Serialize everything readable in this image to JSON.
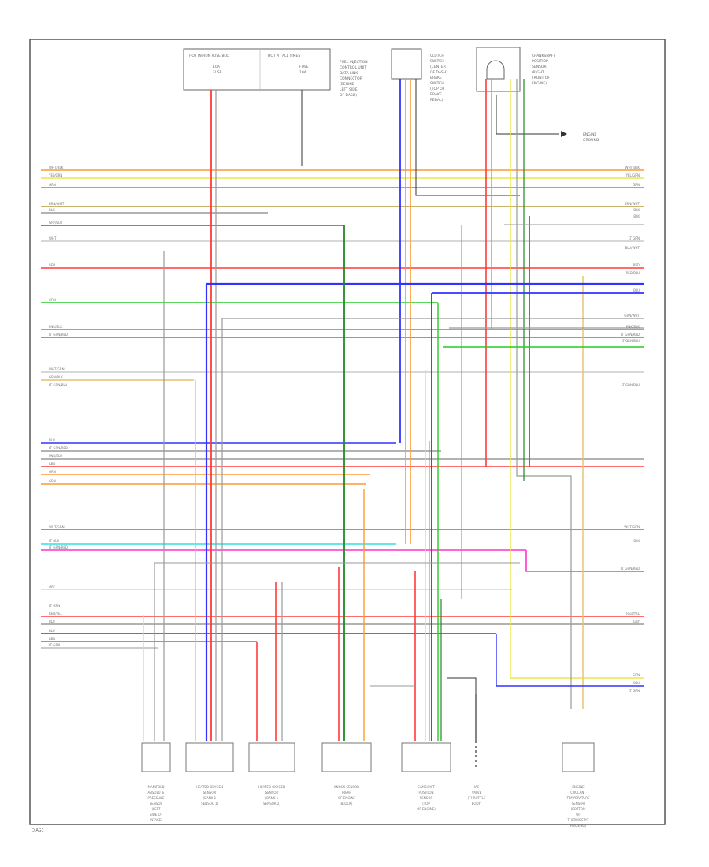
{
  "page_code": "DIAG1",
  "colors": {
    "red": "#ff3b3b",
    "blue": "#3333ff",
    "green": "#22cc22",
    "yellow": "#e8e84a",
    "orange": "#ff9933",
    "pink": "#ff33cc",
    "cyan": "#33dddd",
    "gray": "#999999",
    "black": "#333333",
    "dark_green": "#228822",
    "tan": "#e6c06a"
  },
  "top_components": {
    "left_box": {
      "title": "HOT IN RUN FUSE BOX",
      "line2": "10A",
      "line3": "FUSE"
    },
    "right_box": {
      "title": "HOT AT ALL TIMES",
      "line2": "FUSE",
      "line3": "10A"
    },
    "relay_label": [
      "FUEL INJECTION",
      "CONTROL UNIT",
      "DATA LINK",
      "CONNECTOR",
      "(BEHIND",
      "LEFT SIDE",
      "OF DASH)"
    ],
    "switch_label": [
      "CLUTCH",
      "SWITCH",
      "(CENTER",
      "OF DASH)",
      "BRAKE",
      "SWITCH",
      "(TOP OF",
      "BRAKE",
      "PEDAL)"
    ],
    "sensor_label": [
      "CRANKSHAFT",
      "POSITION",
      "SENSOR",
      "(RIGHT",
      "FRONT OF",
      "ENGINE)"
    ],
    "ground_label": [
      "ENGINE",
      "GROUND"
    ]
  },
  "left_wires": [
    "WHT/BLK",
    "YEL/GRN",
    "GRN",
    "BRN/WHT",
    "BLK",
    "GRY/BLU",
    "WHT",
    "RED",
    "GRN",
    "PNK/BLK",
    "LT GRN/RED",
    "WHT/GRN",
    "GRN/BLK",
    "LT GRN/BLU",
    "BLU",
    "LT GRN/RED",
    "PNK/BLU",
    "RED",
    "GRN",
    "GRN",
    "WHT/GRN",
    "LT BLU",
    "LT GRN/RED",
    "GRY",
    "LT GRN",
    "RED/YEL",
    "BLU",
    "BLU",
    "RED",
    "LT GRN"
  ],
  "right_wires": [
    "WHT/BLK",
    "YEL/GRN",
    "GRN",
    "BRN/WHT",
    "BLK",
    "BLK",
    "LT GRN",
    "BLU/WHT",
    "RED",
    "RED/BLU",
    "BLU",
    "GRN/WHT",
    "PNK/BLK",
    "LT GRN/RED",
    "LT GRN/BLU",
    "LT GRN/BLU",
    "WHT/GRN",
    "BLK",
    "LT GRN/RED",
    "RED/YEL",
    "GRY",
    "GRN",
    "BLU",
    "LT GRN"
  ],
  "bottom_components": [
    [
      "MANIFOLD",
      "ABSOLUTE",
      "PRESSURE",
      "SENSOR",
      "(LEFT",
      "SIDE OF",
      "INTAKE)"
    ],
    [
      "HEATED OXYGEN",
      "SENSOR",
      "(BANK 1",
      "SENSOR 1)"
    ],
    [
      "HEATED OXYGEN",
      "SENSOR",
      "(BANK 1",
      "SENSOR 2)"
    ],
    [
      "KNOCK SENSOR",
      "(REAR",
      "OF ENGINE",
      "BLOCK)"
    ],
    [
      "CAMSHAFT",
      "POSITION",
      "SENSOR",
      "(TOP",
      "OF ENGINE)"
    ],
    [
      "IAC",
      "VALVE",
      "(THROTTLE",
      "BODY)"
    ],
    [
      "ENGINE",
      "COOLANT",
      "TEMPERATURE",
      "SENSOR",
      "(BOTTOM",
      "OF",
      "THERMOSTAT",
      "HOUSING)"
    ]
  ]
}
